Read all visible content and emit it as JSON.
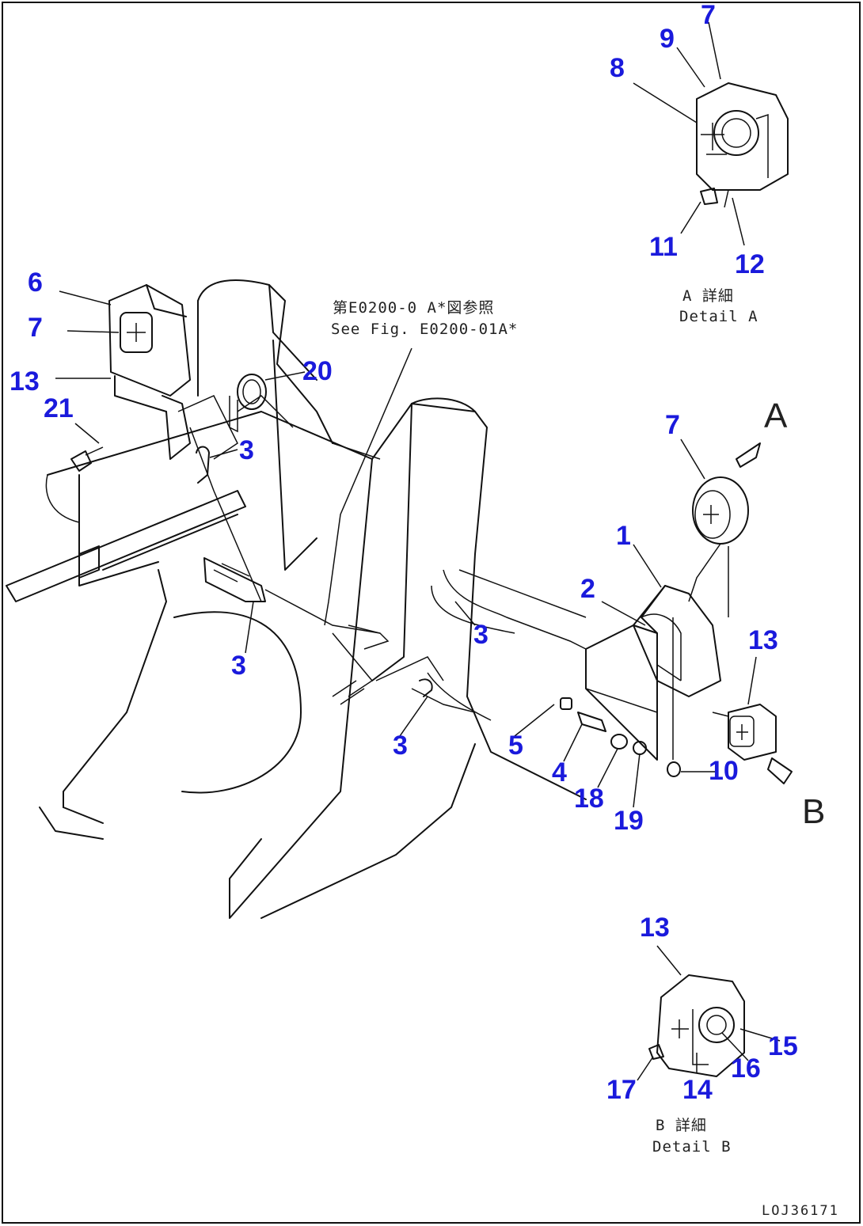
{
  "callouts": [
    {
      "id": "c1",
      "text": "1"
    },
    {
      "id": "c2",
      "text": "2"
    },
    {
      "id": "c3a",
      "text": "3"
    },
    {
      "id": "c3b",
      "text": "3"
    },
    {
      "id": "c3c",
      "text": "3"
    },
    {
      "id": "c3d",
      "text": "3"
    },
    {
      "id": "c4",
      "text": "4"
    },
    {
      "id": "c5",
      "text": "5"
    },
    {
      "id": "c6",
      "text": "6"
    },
    {
      "id": "c7a",
      "text": "7"
    },
    {
      "id": "c7b",
      "text": "7"
    },
    {
      "id": "c7c",
      "text": "7"
    },
    {
      "id": "c8",
      "text": "8"
    },
    {
      "id": "c9",
      "text": "9"
    },
    {
      "id": "c10",
      "text": "10"
    },
    {
      "id": "c11",
      "text": "11"
    },
    {
      "id": "c12",
      "text": "12"
    },
    {
      "id": "c13a",
      "text": "13"
    },
    {
      "id": "c13b",
      "text": "13"
    },
    {
      "id": "c13c",
      "text": "13"
    },
    {
      "id": "c14",
      "text": "14"
    },
    {
      "id": "c15",
      "text": "15"
    },
    {
      "id": "c16",
      "text": "16"
    },
    {
      "id": "c17",
      "text": "17"
    },
    {
      "id": "c18",
      "text": "18"
    },
    {
      "id": "c19",
      "text": "19"
    },
    {
      "id": "c20",
      "text": "20"
    },
    {
      "id": "c21",
      "text": "21"
    }
  ],
  "notes": {
    "ref_jp": "第E0200-0 A*図参照",
    "ref_en": "See Fig. E0200-01A*",
    "detail_a_jp": "A 詳細",
    "detail_a_en": "Detail A",
    "detail_b_jp": "B 詳細",
    "detail_b_en": "Detail B",
    "view_a": "A",
    "view_b": "B",
    "drawing_code": "LOJ36171"
  }
}
